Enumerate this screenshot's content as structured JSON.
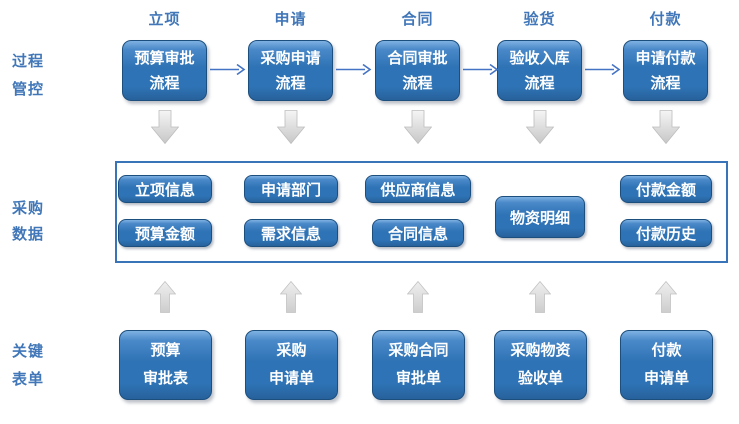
{
  "row_labels": [
    {
      "lines": [
        "过程",
        "管控"
      ]
    },
    {
      "lines": [
        "采购",
        "数据"
      ]
    },
    {
      "lines": [
        "关键",
        "表单"
      ]
    }
  ],
  "columns": [
    {
      "phase": "立项",
      "process_lines": [
        "预算审批",
        "流程"
      ],
      "data_items": [
        "立项信息",
        "预算金额"
      ],
      "form_lines": [
        "预算",
        "审批表"
      ]
    },
    {
      "phase": "申请",
      "process_lines": [
        "采购申请",
        "流程"
      ],
      "data_items": [
        "申请部门",
        "需求信息"
      ],
      "form_lines": [
        "采购",
        "申请单"
      ]
    },
    {
      "phase": "合同",
      "process_lines": [
        "合同审批",
        "流程"
      ],
      "data_items": [
        "供应商信息",
        "合同信息"
      ],
      "form_lines": [
        "采购合同",
        "审批单"
      ]
    },
    {
      "phase": "验货",
      "process_lines": [
        "验收入库",
        "流程"
      ],
      "data_items": [
        "物资明细"
      ],
      "form_lines": [
        "采购物资",
        "验收单"
      ]
    },
    {
      "phase": "付款",
      "process_lines": [
        "申请付款",
        "流程"
      ],
      "data_items": [
        "付款金额",
        "付款历史"
      ],
      "form_lines": [
        "付款",
        "申请单"
      ]
    }
  ],
  "icons": {
    "flow_arrow_right": "→",
    "down_arrow": "⇩",
    "up_arrow": "⇧"
  },
  "colors": {
    "box_blue": "#2E73B5",
    "box_blue_highlight": "#7FB2E2",
    "box_border": "#1C4E7E",
    "label_blue": "#4177B8",
    "panel_border": "#3A74B8",
    "connector_blue": "#4472C4",
    "arrow_gray": "#D9D9D9",
    "background": "#FFFFFF"
  }
}
